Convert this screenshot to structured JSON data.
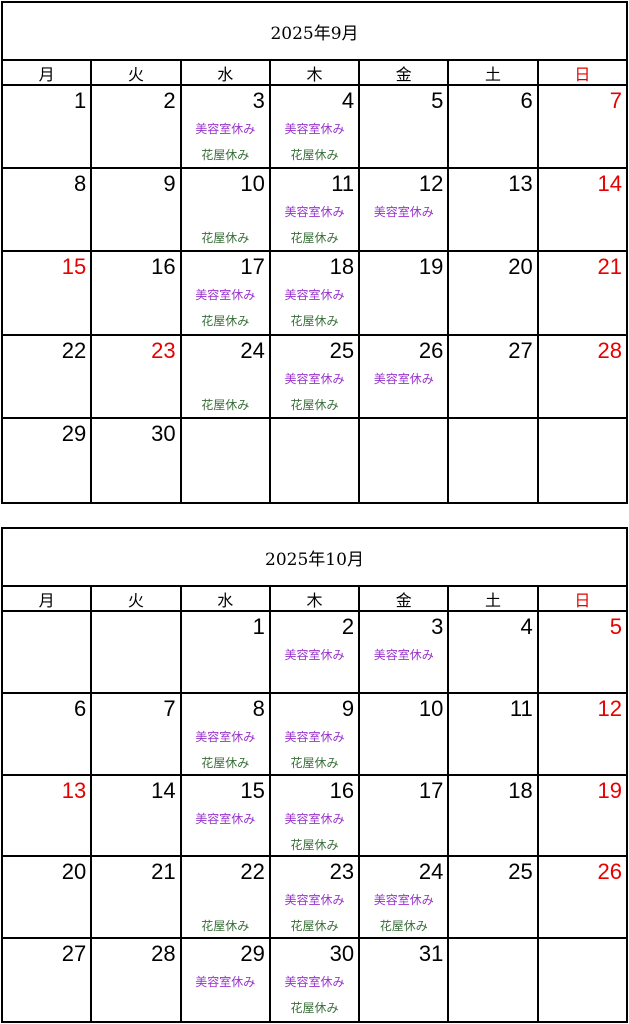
{
  "colors": {
    "holiday": "#e60000",
    "beauty": "#9933cc",
    "flower": "#3a6e3a",
    "text": "#000000"
  },
  "calendars": [
    {
      "id": "cal-sep",
      "title": "2025年9月",
      "weekdays": [
        "月",
        "火",
        "水",
        "木",
        "金",
        "土",
        "日"
      ],
      "weeks": [
        [
          {
            "day": "1"
          },
          {
            "day": "2"
          },
          {
            "day": "3",
            "notes": [
              "美容室休み",
              "花屋休み"
            ]
          },
          {
            "day": "4",
            "notes": [
              "美容室休み",
              "花屋休み"
            ]
          },
          {
            "day": "5"
          },
          {
            "day": "6"
          },
          {
            "day": "7",
            "holiday": true
          }
        ],
        [
          {
            "day": "8"
          },
          {
            "day": "9"
          },
          {
            "day": "10",
            "notes": [
              "",
              "花屋休み"
            ]
          },
          {
            "day": "11",
            "notes": [
              "美容室休み",
              "花屋休み"
            ]
          },
          {
            "day": "12",
            "notes": [
              "美容室休み"
            ]
          },
          {
            "day": "13"
          },
          {
            "day": "14",
            "holiday": true
          }
        ],
        [
          {
            "day": "15",
            "holiday": true
          },
          {
            "day": "16"
          },
          {
            "day": "17",
            "notes": [
              "美容室休み",
              "花屋休み"
            ]
          },
          {
            "day": "18",
            "notes": [
              "美容室休み",
              "花屋休み"
            ]
          },
          {
            "day": "19"
          },
          {
            "day": "20"
          },
          {
            "day": "21",
            "holiday": true
          }
        ],
        [
          {
            "day": "22"
          },
          {
            "day": "23",
            "holiday": true
          },
          {
            "day": "24",
            "notes": [
              "",
              "花屋休み"
            ]
          },
          {
            "day": "25",
            "notes": [
              "美容室休み",
              "花屋休み"
            ]
          },
          {
            "day": "26",
            "notes": [
              "美容室休み"
            ]
          },
          {
            "day": "27"
          },
          {
            "day": "28",
            "holiday": true
          }
        ],
        [
          {
            "day": "29"
          },
          {
            "day": "30"
          },
          {
            "day": ""
          },
          {
            "day": ""
          },
          {
            "day": ""
          },
          {
            "day": ""
          },
          {
            "day": ""
          }
        ]
      ]
    },
    {
      "id": "cal-oct",
      "title": "2025年10月",
      "weekdays": [
        "月",
        "火",
        "水",
        "木",
        "金",
        "土",
        "日"
      ],
      "weeks": [
        [
          {
            "day": ""
          },
          {
            "day": ""
          },
          {
            "day": "1"
          },
          {
            "day": "2",
            "notes": [
              "美容室休み"
            ]
          },
          {
            "day": "3",
            "notes": [
              "美容室休み"
            ]
          },
          {
            "day": "4"
          },
          {
            "day": "5",
            "holiday": true
          }
        ],
        [
          {
            "day": "6"
          },
          {
            "day": "7"
          },
          {
            "day": "8",
            "notes": [
              "美容室休み",
              "花屋休み"
            ]
          },
          {
            "day": "9",
            "notes": [
              "美容室休み",
              "花屋休み"
            ]
          },
          {
            "day": "10"
          },
          {
            "day": "11"
          },
          {
            "day": "12",
            "holiday": true
          }
        ],
        [
          {
            "day": "13",
            "holiday": true
          },
          {
            "day": "14"
          },
          {
            "day": "15",
            "notes": [
              "美容室休み"
            ]
          },
          {
            "day": "16",
            "notes": [
              "美容室休み",
              "花屋休み"
            ]
          },
          {
            "day": "17"
          },
          {
            "day": "18"
          },
          {
            "day": "19",
            "holiday": true
          }
        ],
        [
          {
            "day": "20"
          },
          {
            "day": "21"
          },
          {
            "day": "22",
            "notes": [
              "",
              "花屋休み"
            ]
          },
          {
            "day": "23",
            "notes": [
              "美容室休み",
              "花屋休み"
            ]
          },
          {
            "day": "24",
            "notes": [
              "美容室休み",
              "花屋休み"
            ]
          },
          {
            "day": "25"
          },
          {
            "day": "26",
            "holiday": true
          }
        ],
        [
          {
            "day": "27"
          },
          {
            "day": "28"
          },
          {
            "day": "29",
            "notes": [
              "美容室休み"
            ]
          },
          {
            "day": "30",
            "notes": [
              "美容室休み",
              "花屋休み"
            ]
          },
          {
            "day": "31"
          },
          {
            "day": ""
          },
          {
            "day": ""
          }
        ]
      ]
    }
  ]
}
